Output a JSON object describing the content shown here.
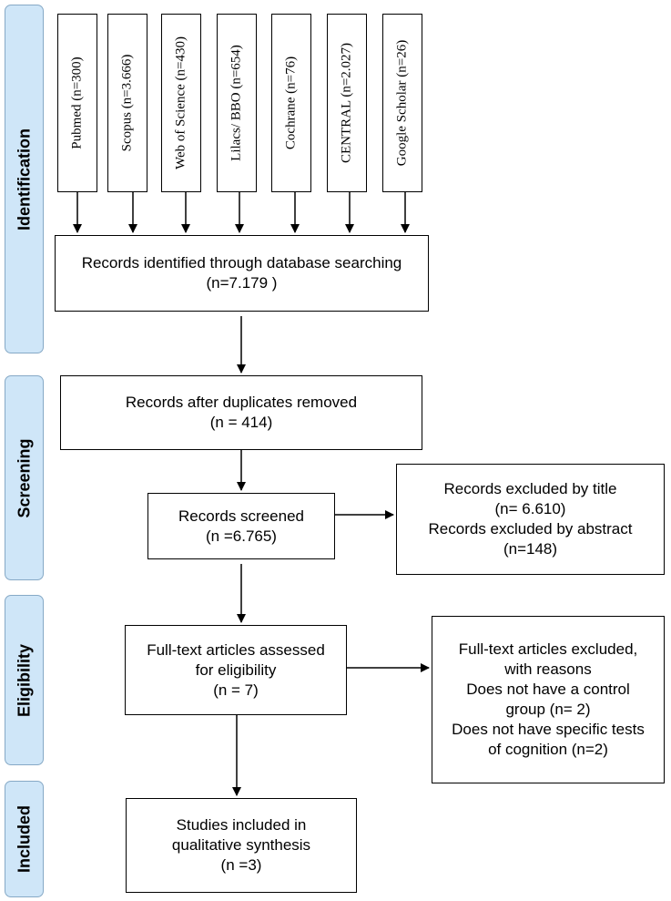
{
  "stages": {
    "identification": "Identification",
    "screening": "Screening",
    "eligibility": "Eligibility",
    "included": "Included"
  },
  "databases": [
    "Pubmed (n=300)",
    "Scopus (n=3.666)",
    "Web of Science (n=430)",
    "Lilacs/ BBO (n=654)",
    "Cochrane (n=76)",
    "CENTRAL (n=2.027)",
    "Google Scholar (n=26)"
  ],
  "records_identified": {
    "line1": "Records identified through database searching",
    "line2": "(n=7.179 )"
  },
  "duplicates_removed": {
    "line1": "Records after duplicates removed",
    "line2": "(n = 414)"
  },
  "records_screened": {
    "line1": "Records screened",
    "line2": "(n =6.765)"
  },
  "records_excluded": {
    "line1": "Records excluded by title",
    "line2": "(n= 6.610)",
    "line3": "Records excluded by abstract",
    "line4": "(n=148)"
  },
  "fulltext_assessed": {
    "line1": "Full-text articles assessed",
    "line2": "for eligibility",
    "line3": "(n = 7)"
  },
  "fulltext_excluded": {
    "line1": "Full-text articles excluded,",
    "line2": "with reasons",
    "line3": "Does not have a control",
    "line4": "group (n= 2)",
    "line5": "Does not have specific tests",
    "line6": "of cognition (n=2)"
  },
  "studies_included": {
    "line1": "Studies included in",
    "line2": "qualitative synthesis",
    "line3": "(n =3)"
  }
}
